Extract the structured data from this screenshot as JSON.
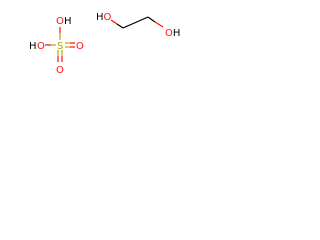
{
  "molecules": {
    "sulfuric_acid": {
      "top_hydroxyl": {
        "o": "O",
        "h": "H"
      },
      "left_hydroxyl": {
        "h": "H",
        "o": "O"
      },
      "sulfur": "S",
      "right_oxo": "O",
      "bottom_oxo": "O"
    },
    "ethylene_glycol": {
      "left_hydroxyl": "HO",
      "right_hydroxyl": "OH"
    }
  },
  "colors": {
    "oxygen": "#ff0d0d",
    "sulfur": "#b8a900",
    "carbon_hydrogen": "#000000"
  }
}
